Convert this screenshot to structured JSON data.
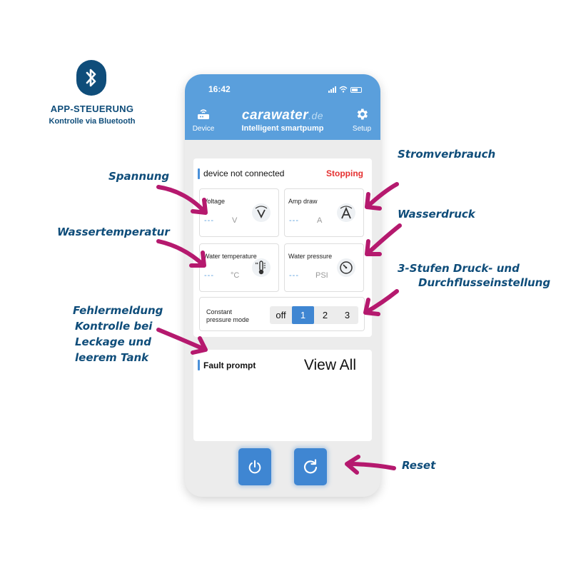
{
  "promo": {
    "title": "APP-STEUERUNG",
    "subtitle": "Kontrolle via Bluetooth",
    "icon": "bluetooth-icon"
  },
  "status_bar": {
    "time": "16:42"
  },
  "header": {
    "device_label": "Device",
    "setup_label": "Setup",
    "brand_main": "carawater",
    "brand_suffix": ".de",
    "brand_subtitle": "Intelligent smartpump",
    "color": "#5a9fdc"
  },
  "connection": {
    "status_text": "device not connected",
    "run_state": "Stopping",
    "run_state_color": "#e53030"
  },
  "metrics": {
    "voltage": {
      "label": "Voltage",
      "value": "---",
      "unit": "V",
      "icon": "voltage-icon"
    },
    "amp": {
      "label": "Amp draw",
      "value": "---",
      "unit": "A",
      "icon": "ampere-icon"
    },
    "water_temp": {
      "label": "Water temperature",
      "value": "---",
      "unit": "°C",
      "icon": "thermometer-icon"
    },
    "water_pressure": {
      "label": "Water pressure",
      "value": "---",
      "unit": "PSI",
      "icon": "gauge-icon"
    }
  },
  "mode": {
    "label_line1": "Constant",
    "label_line2": "pressure mode",
    "options": [
      "off",
      "1",
      "2",
      "3"
    ],
    "selected": "1",
    "accent": "#3f86d2"
  },
  "fault": {
    "label": "Fault prompt",
    "view_all": "View All"
  },
  "actions": {
    "power_icon": "power-icon",
    "reset_icon": "reset-icon"
  },
  "annotations": {
    "spannung": "Spannung",
    "stromverbrauch": "Stromverbrauch",
    "wasserdruck": "Wasserdruck",
    "wassertemperatur": "Wassertemperatur",
    "stufen_line1": "3-Stufen Druck- und",
    "stufen_line2": "Durchflusseinstellung",
    "fehler_line1": "Fehlermeldung",
    "fehler_line2": "Kontrolle bei",
    "fehler_line3": "Leckage und",
    "fehler_line4": "leerem Tank",
    "reset": "Reset",
    "arrow_color": "#b5196e",
    "text_color": "#0f4d7a"
  }
}
